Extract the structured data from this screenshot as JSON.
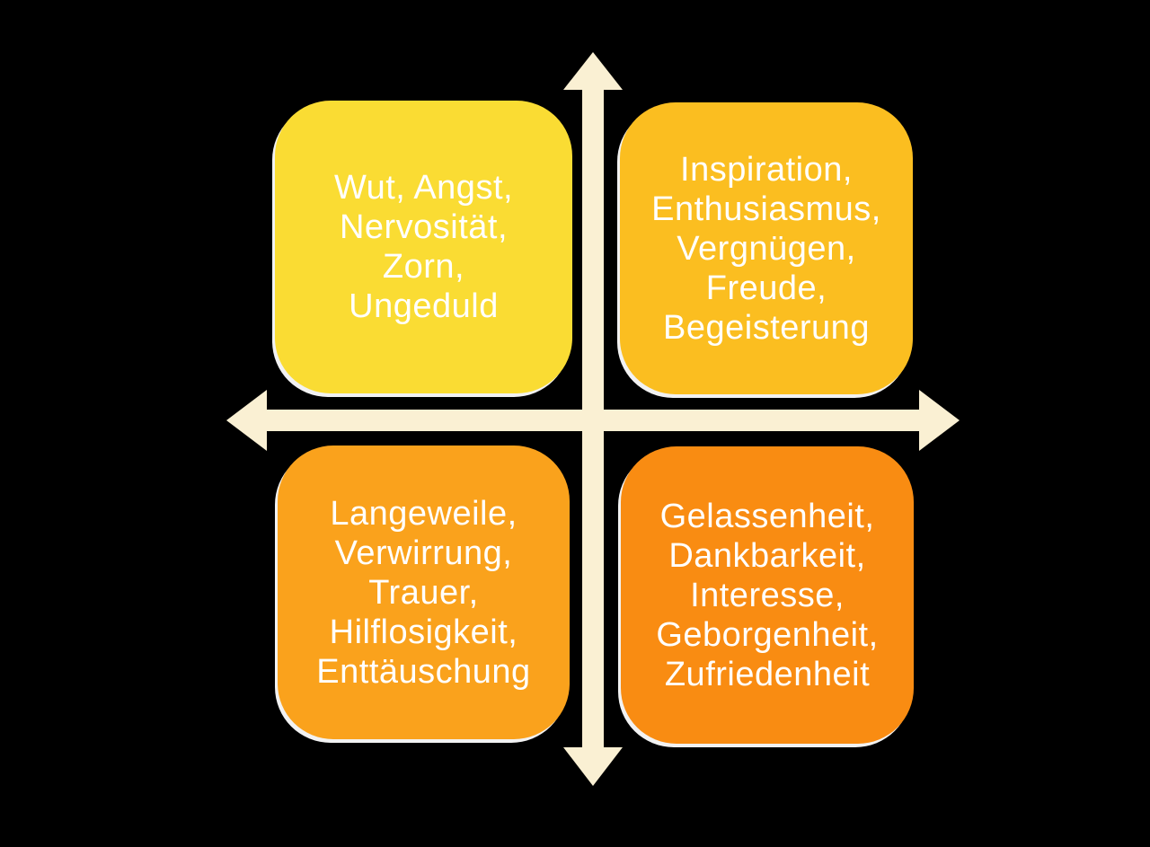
{
  "diagram": {
    "type": "quadrant-matrix",
    "background_color": "#000000",
    "text_color": "#FFFFFF",
    "box_outline_color": "#FFFFFF",
    "axis": {
      "color": "#FAF0D3",
      "orientation": "cross",
      "arrow_directions": [
        "up",
        "down",
        "left",
        "right"
      ]
    },
    "quadrants": [
      {
        "position": "top-left",
        "color": "#FADC33",
        "label": "Wut, Angst,\nNervosität,\nZorn,\nUngeduld"
      },
      {
        "position": "top-right",
        "color": "#FBBE20",
        "label": "Inspiration,\nEnthusiasmus,\nVergnügen,\nFreude,\nBegeisterung"
      },
      {
        "position": "bottom-left",
        "color": "#FAA21C",
        "label": "Langeweile,\nVerwirrung,\nTrauer,\nHilflosigkeit,\nEnttäuschung"
      },
      {
        "position": "bottom-right",
        "color": "#F98C12",
        "label": "Gelassenheit,\nDankbarkeit,\nInteresse,\nGeborgenheit,\nZufriedenheit"
      }
    ]
  }
}
